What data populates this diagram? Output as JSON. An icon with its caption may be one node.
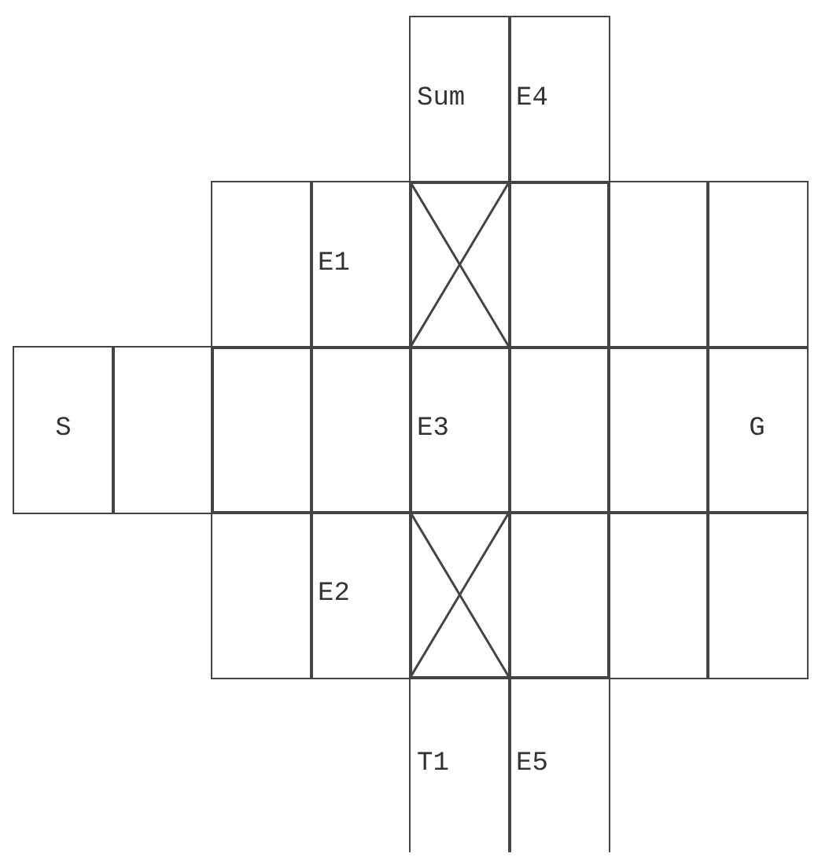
{
  "diagram": {
    "nodes": [
      {
        "text": [
          "Sum"
        ]
      },
      {
        "text": [
          "E4"
        ]
      },
      {
        "text": [],
        "shape": "box"
      },
      {
        "text": [
          "E1"
        ]
      },
      {
        "text": [],
        "shape": "cross"
      },
      {
        "text": [],
        "shape": "box"
      },
      {
        "text": [],
        "shape": "box"
      },
      {
        "text": [],
        "shape": "box"
      },
      {
        "text": [
          "S"
        ]
      },
      {
        "text": [],
        "shape": "box"
      },
      {
        "text": [],
        "shape": "box"
      },
      {
        "text": [],
        "shape": "box"
      },
      {
        "text": [
          "E3"
        ]
      },
      {
        "text": [],
        "shape": "box"
      },
      {
        "text": [],
        "shape": "box"
      },
      {
        "text": [
          "G"
        ]
      },
      {
        "text": [],
        "shape": "box"
      },
      {
        "text": [
          "E2"
        ]
      },
      {
        "text": [],
        "shape": "cross"
      },
      {
        "text": [],
        "shape": "box"
      },
      {
        "text": [],
        "shape": "box"
      },
      {
        "text": [],
        "shape": "box"
      },
      {
        "text": [
          "T1"
        ]
      },
      {
        "text": [
          "E5"
        ]
      }
    ]
  }
}
